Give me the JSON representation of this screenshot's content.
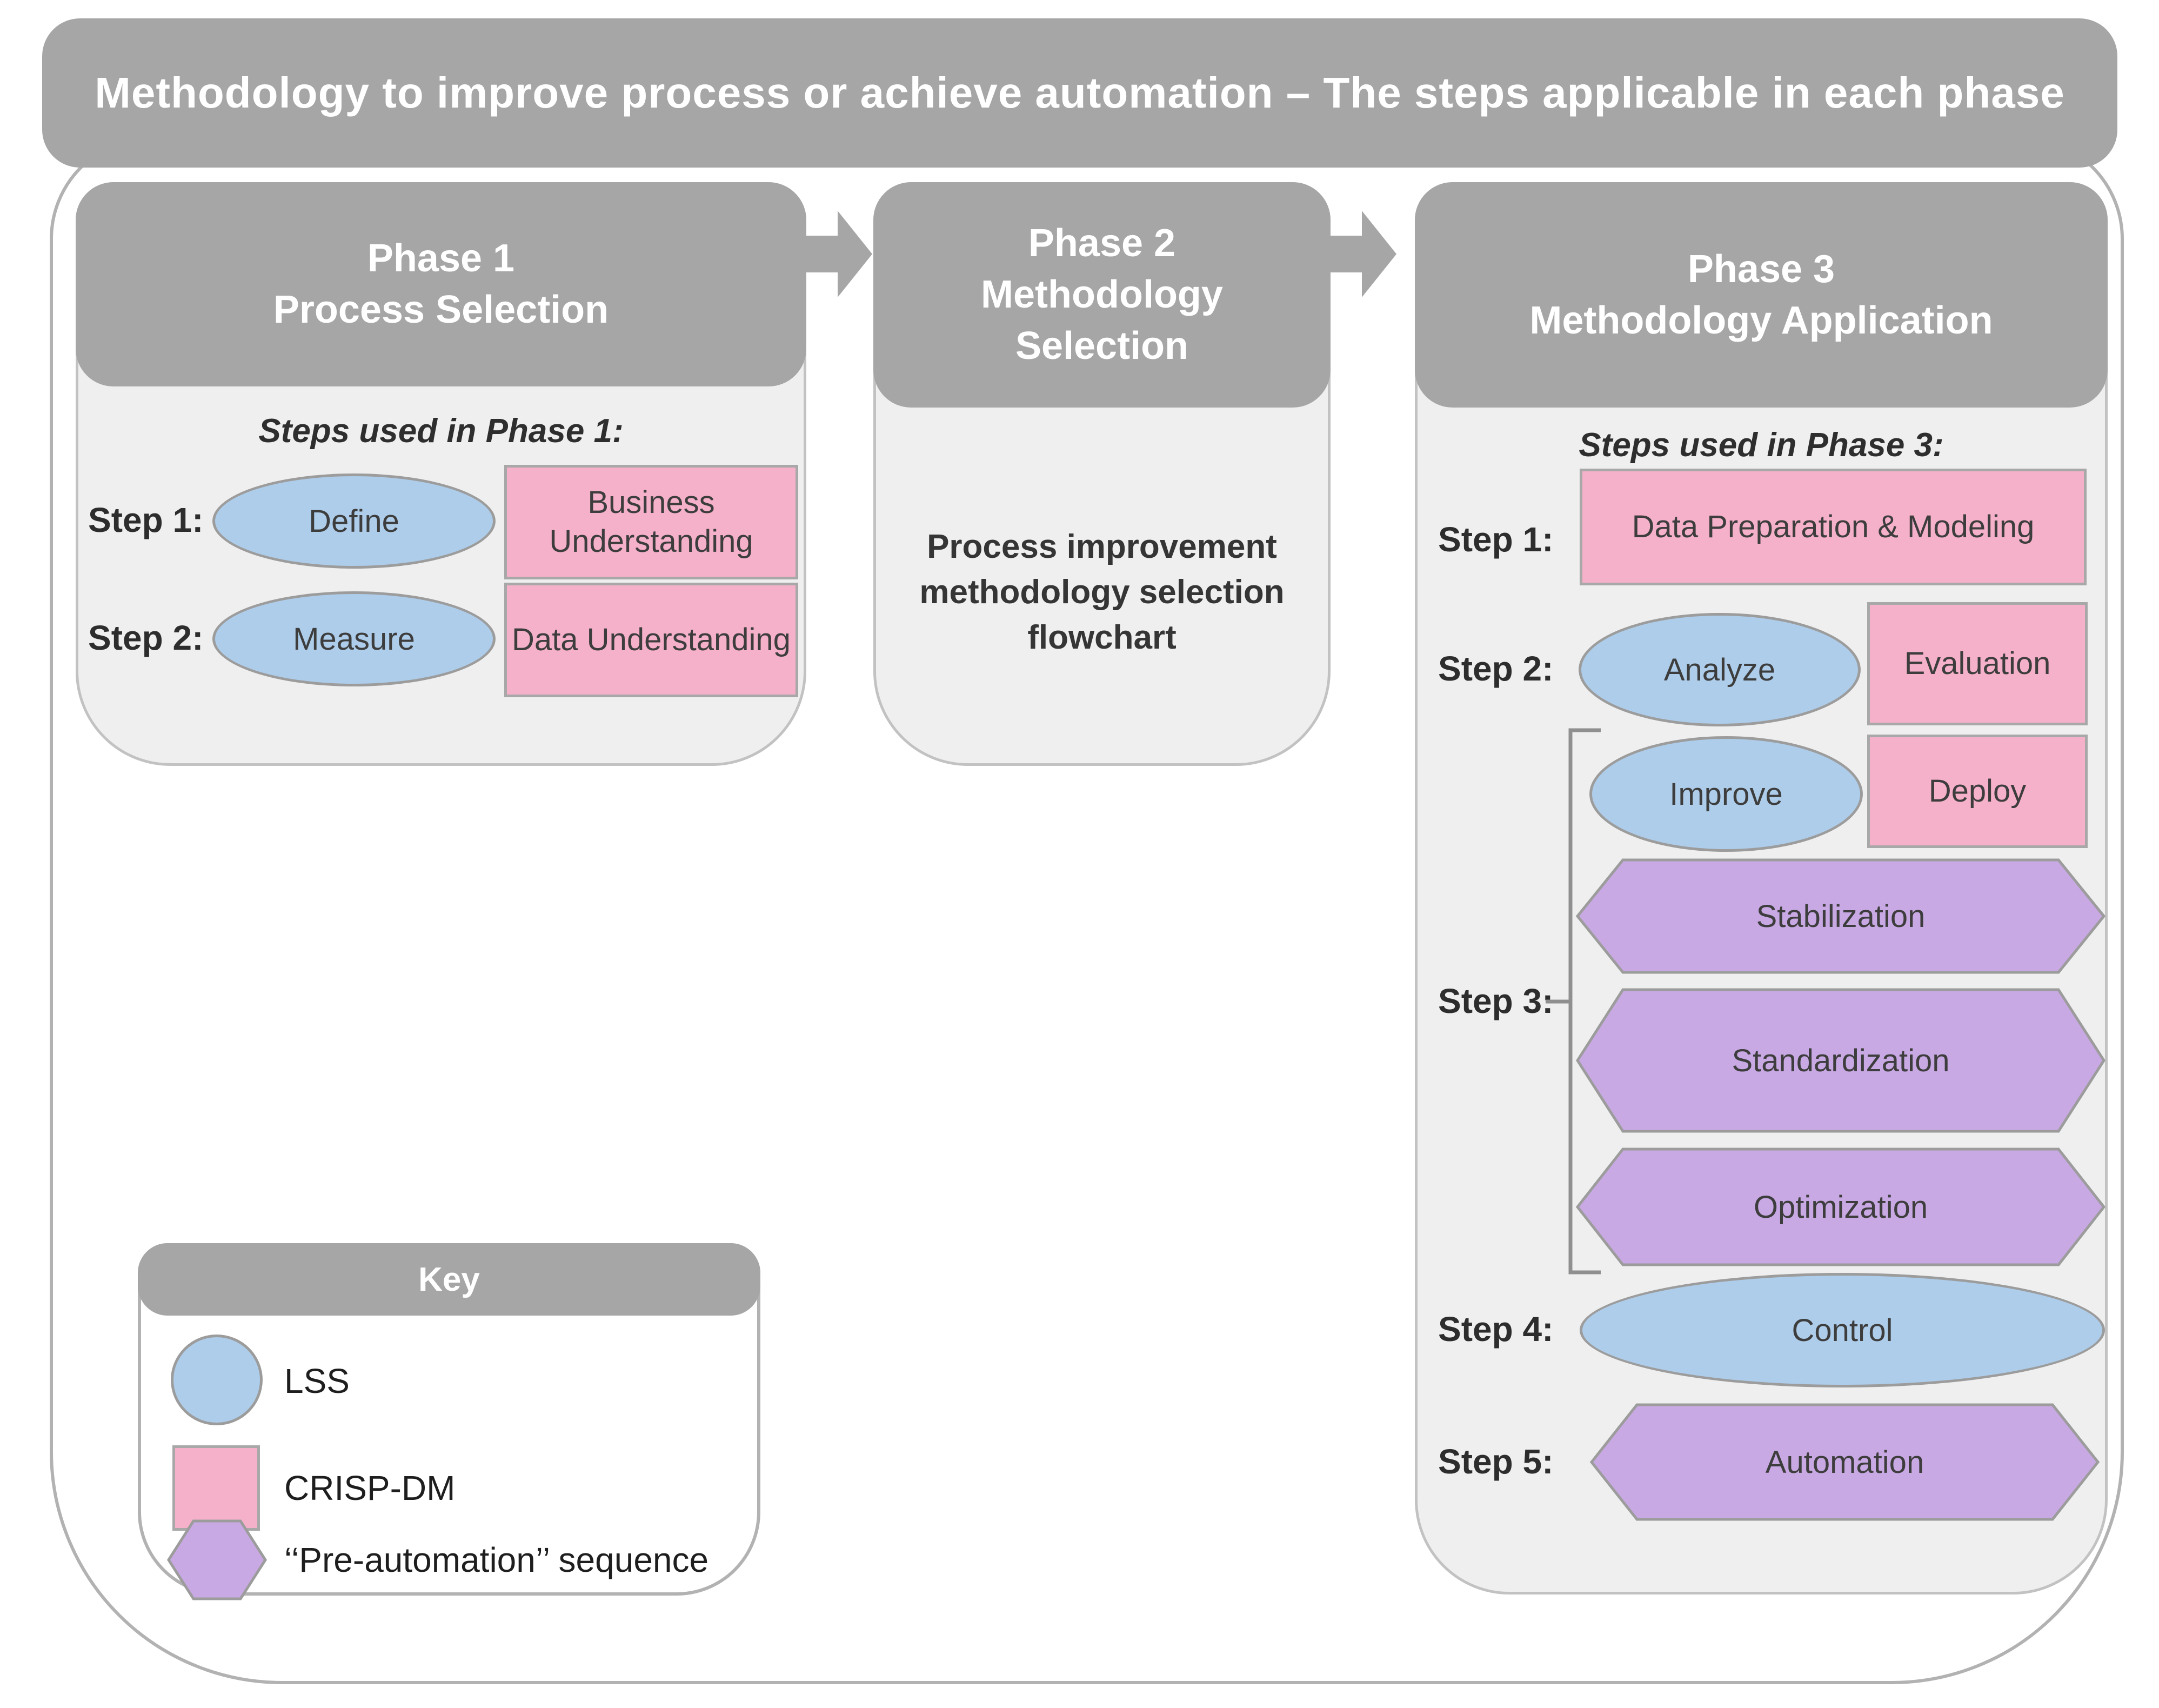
{
  "banner": {
    "title": "Methodology to improve process or achieve automation – The steps applicable in each phase"
  },
  "phase1": {
    "header_line1": "Phase 1",
    "header_line2": "Process Selection",
    "steps_title": "Steps used in Phase 1:",
    "step1_label": "Step 1:",
    "step1_ellipse": "Define",
    "step1_box": "Business Understanding",
    "step2_label": "Step 2:",
    "step2_ellipse": "Measure",
    "step2_box": "Data Understanding"
  },
  "phase2": {
    "header_line1": "Phase 2",
    "header_line2": "Methodology",
    "header_line3": "Selection",
    "body": "Process improvement methodology selection flowchart"
  },
  "phase3": {
    "header_line1": "Phase 3",
    "header_line2": "Methodology Application",
    "steps_title": "Steps used in Phase 3:",
    "step1_label": "Step 1:",
    "step1_box": "Data Preparation & Modeling",
    "step2_label": "Step 2:",
    "step2_ellipse": "Analyze",
    "step2_box": "Evaluation",
    "step3_label": "Step 3:",
    "step3_ellipse": "Improve",
    "step3_box": "Deploy",
    "hexes": [
      "Stabilization",
      "Standardization",
      "Optimization"
    ],
    "step4_label": "Step 4:",
    "step4_ellipse": "Control",
    "step5_label": "Step 5:",
    "step5_hex": "Automation"
  },
  "key": {
    "title": "Key",
    "items": [
      {
        "shape": "lss-ellipse",
        "label": "LSS"
      },
      {
        "shape": "crisp-dm-rectangle",
        "label": "CRISP-DM"
      },
      {
        "shape": "pre-automation-hexagon",
        "label": "‘‘Pre-automation’’ sequence"
      }
    ]
  },
  "colors": {
    "header_gray": "#a6a6a6",
    "panel_gray": "#efefef",
    "lss_blue": "#aecdea",
    "crisp_pink": "#f6b1ca",
    "preauto_purple": "#c9a9e4",
    "shape_border": "#9c9c9c",
    "text_dark": "#3d3d3d"
  }
}
